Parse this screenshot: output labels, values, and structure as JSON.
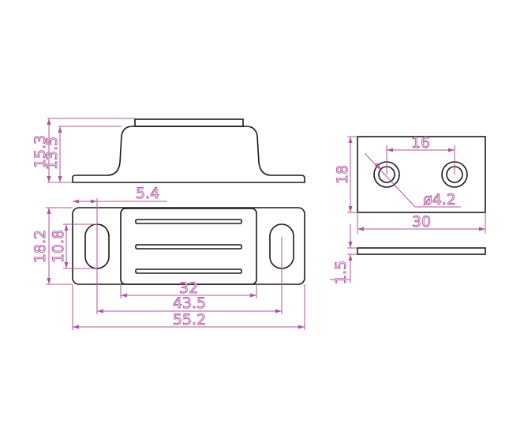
{
  "colors": {
    "outline": "#1a1a1a",
    "dimension": "#b0549e",
    "background": "#ffffff"
  },
  "dimensions": {
    "side_height_total": "15.3",
    "side_height_inner": "13.5",
    "slot_offset": "5.4",
    "front_height": "18.2",
    "slot_height": "10.8",
    "magnet_width": "32",
    "hole_spacing": "43.5",
    "total_width": "55.2",
    "plate_hole_spacing": "16",
    "plate_height": "18",
    "hole_diameter": "ø4.2",
    "plate_width": "30",
    "plate_thickness": "1.5"
  }
}
